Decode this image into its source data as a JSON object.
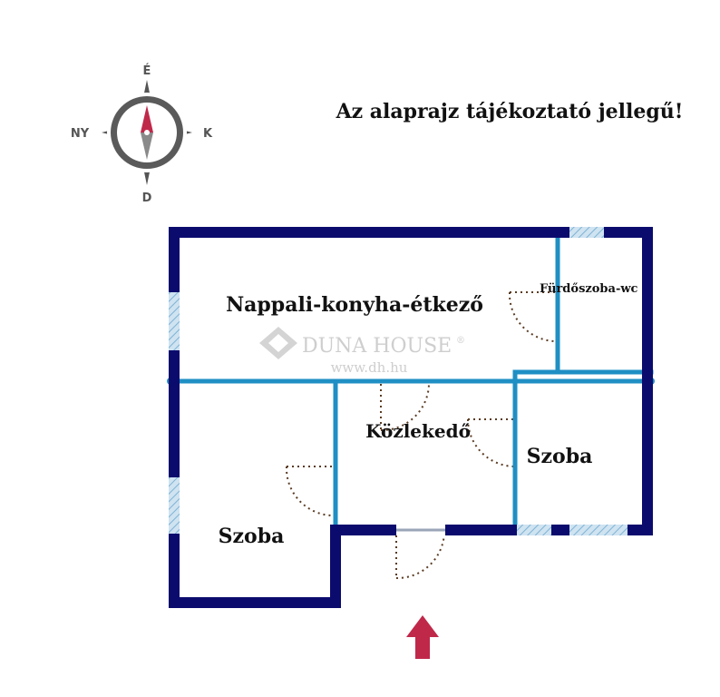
{
  "notice": "Az alaprajz tájékoztató jellegű!",
  "compass": {
    "north": "É",
    "south": "D",
    "east": "K",
    "west": "NY"
  },
  "rooms": {
    "living": "Nappali-konyha-étkező",
    "bathroom": "Fürdőszoba-wc",
    "hallway": "Közlekedő",
    "room_right": "Szoba",
    "room_left": "Szoba"
  },
  "watermark": {
    "brand": "DUNA HOUSE",
    "registered": "®",
    "url": "www.dh.hu"
  },
  "colors": {
    "outer_wall": "#0b0b6e",
    "inner_wall": "#1f8fc4",
    "window_fill": "#a9cce3",
    "door_arc": "#5a3b22",
    "entrance_arrow": "#c0284a",
    "compass_needle_north": "#c0284a",
    "compass_needle_south": "#888888"
  }
}
